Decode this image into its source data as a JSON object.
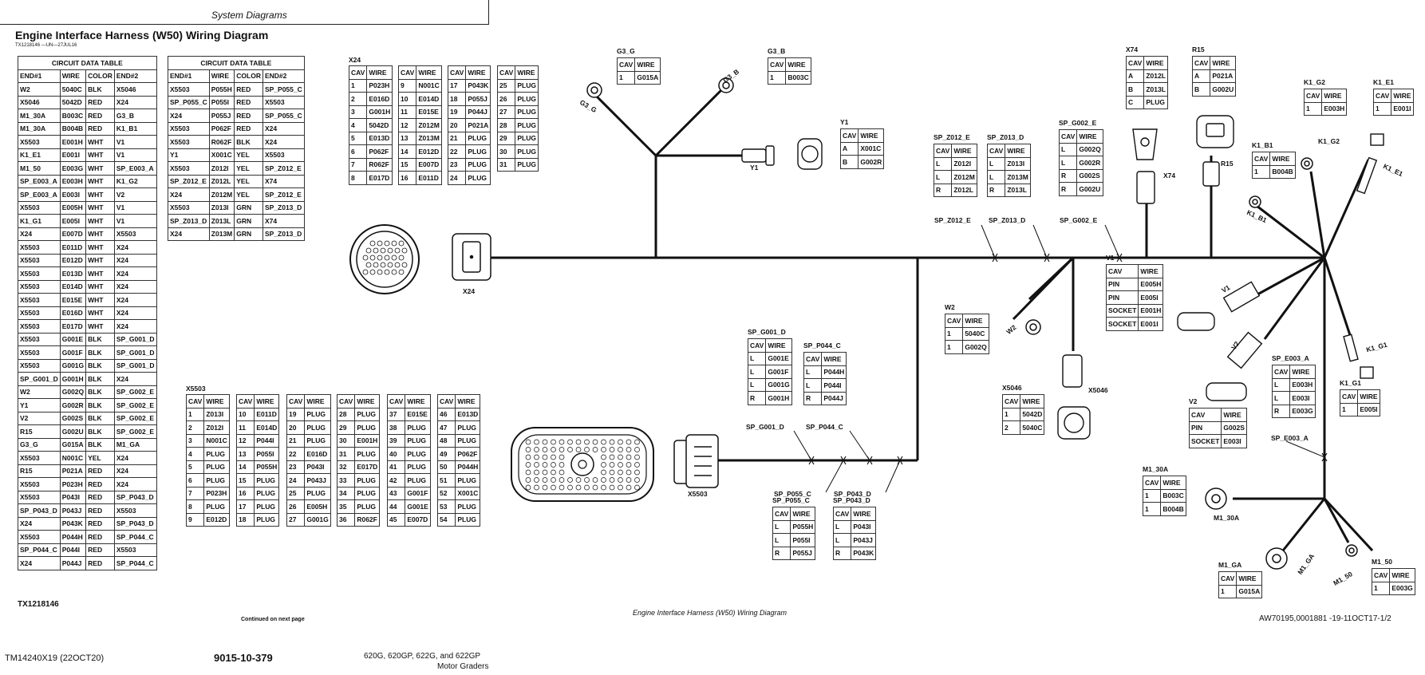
{
  "header": {
    "section": "System Diagrams"
  },
  "title": "Engine Interface Harness (W50) Wiring Diagram",
  "figure_id_small": "TX1218146 —UN—27JUL16",
  "circuit_table_1": {
    "title": "CIRCUIT DATA TABLE",
    "columns": [
      "END#1",
      "WIRE",
      "COLOR",
      "END#2"
    ],
    "rows": [
      [
        "W2",
        "5040C",
        "BLK",
        "X5046"
      ],
      [
        "X5046",
        "5042D",
        "RED",
        "X24"
      ],
      [
        "M1_30A",
        "B003C",
        "RED",
        "G3_B"
      ],
      [
        "M1_30A",
        "B004B",
        "RED",
        "K1_B1"
      ],
      [
        "X5503",
        "E001H",
        "WHT",
        "V1"
      ],
      [
        "K1_E1",
        "E001I",
        "WHT",
        "V1"
      ],
      [
        "M1_50",
        "E003G",
        "WHT",
        "SP_E003_A"
      ],
      [
        "SP_E003_A",
        "E003H",
        "WHT",
        "K1_G2"
      ],
      [
        "SP_E003_A",
        "E003I",
        "WHT",
        "V2"
      ],
      [
        "X5503",
        "E005H",
        "WHT",
        "V1"
      ],
      [
        "K1_G1",
        "E005I",
        "WHT",
        "V1"
      ],
      [
        "X24",
        "E007D",
        "WHT",
        "X5503"
      ],
      [
        "X5503",
        "E011D",
        "WHT",
        "X24"
      ],
      [
        "X5503",
        "E012D",
        "WHT",
        "X24"
      ],
      [
        "X5503",
        "E013D",
        "WHT",
        "X24"
      ],
      [
        "X5503",
        "E014D",
        "WHT",
        "X24"
      ],
      [
        "X5503",
        "E015E",
        "WHT",
        "X24"
      ],
      [
        "X5503",
        "E016D",
        "WHT",
        "X24"
      ],
      [
        "X5503",
        "E017D",
        "WHT",
        "X24"
      ],
      [
        "X5503",
        "G001E",
        "BLK",
        "SP_G001_D"
      ],
      [
        "X5503",
        "G001F",
        "BLK",
        "SP_G001_D"
      ],
      [
        "X5503",
        "G001G",
        "BLK",
        "SP_G001_D"
      ],
      [
        "SP_G001_D",
        "G001H",
        "BLK",
        "X24"
      ],
      [
        "W2",
        "G002Q",
        "BLK",
        "SP_G002_E"
      ],
      [
        "Y1",
        "G002R",
        "BLK",
        "SP_G002_E"
      ],
      [
        "V2",
        "G002S",
        "BLK",
        "SP_G002_E"
      ],
      [
        "R15",
        "G002U",
        "BLK",
        "SP_G002_E"
      ],
      [
        "G3_G",
        "G015A",
        "BLK",
        "M1_GA"
      ],
      [
        "X5503",
        "N001C",
        "YEL",
        "X24"
      ],
      [
        "R15",
        "P021A",
        "RED",
        "X24"
      ],
      [
        "X5503",
        "P023H",
        "RED",
        "X24"
      ],
      [
        "X5503",
        "P043I",
        "RED",
        "SP_P043_D"
      ],
      [
        "SP_P043_D",
        "P043J",
        "RED",
        "X5503"
      ],
      [
        "X24",
        "P043K",
        "RED",
        "SP_P043_D"
      ],
      [
        "X5503",
        "P044H",
        "RED",
        "SP_P044_C"
      ],
      [
        "SP_P044_C",
        "P044I",
        "RED",
        "X5503"
      ],
      [
        "X24",
        "P044J",
        "RED",
        "SP_P044_C"
      ]
    ]
  },
  "circuit_table_2": {
    "title": "CIRCUIT DATA TABLE",
    "columns": [
      "END#1",
      "WIRE",
      "COLOR",
      "END#2"
    ],
    "rows": [
      [
        "X5503",
        "P055H",
        "RED",
        "SP_P055_C"
      ],
      [
        "SP_P055_C",
        "P055I",
        "RED",
        "X5503"
      ],
      [
        "X24",
        "P055J",
        "RED",
        "SP_P055_C"
      ],
      [
        "X5503",
        "P062F",
        "RED",
        "X24"
      ],
      [
        "X5503",
        "R062F",
        "BLK",
        "X24"
      ],
      [
        "Y1",
        "X001C",
        "YEL",
        "X5503"
      ],
      [
        "X5503",
        "Z012I",
        "YEL",
        "SP_Z012_E"
      ],
      [
        "SP_Z012_E",
        "Z012L",
        "YEL",
        "X74"
      ],
      [
        "X24",
        "Z012M",
        "YEL",
        "SP_Z012_E"
      ],
      [
        "X5503",
        "Z013I",
        "GRN",
        "SP_Z013_D"
      ],
      [
        "SP_Z013_D",
        "Z013L",
        "GRN",
        "X74"
      ],
      [
        "X24",
        "Z013M",
        "GRN",
        "SP_Z013_D"
      ]
    ]
  },
  "x24_table": {
    "label": "X24",
    "columns": [
      "CAV",
      "WIRE"
    ],
    "groups": [
      [
        [
          "1",
          "P023H"
        ],
        [
          "2",
          "E016D"
        ],
        [
          "3",
          "G001H"
        ],
        [
          "4",
          "5042D"
        ],
        [
          "5",
          "E013D"
        ],
        [
          "6",
          "P062F"
        ],
        [
          "7",
          "R062F"
        ],
        [
          "8",
          "E017D"
        ]
      ],
      [
        [
          "9",
          "N001C"
        ],
        [
          "10",
          "E014D"
        ],
        [
          "11",
          "E015E"
        ],
        [
          "12",
          "Z012M"
        ],
        [
          "13",
          "Z013M"
        ],
        [
          "14",
          "E012D"
        ],
        [
          "15",
          "E007D"
        ],
        [
          "16",
          "E011D"
        ]
      ],
      [
        [
          "17",
          "P043K"
        ],
        [
          "18",
          "P055J"
        ],
        [
          "19",
          "P044J"
        ],
        [
          "20",
          "P021A"
        ],
        [
          "21",
          "PLUG"
        ],
        [
          "22",
          "PLUG"
        ],
        [
          "23",
          "PLUG"
        ],
        [
          "24",
          "PLUG"
        ]
      ],
      [
        [
          "25",
          "PLUG"
        ],
        [
          "26",
          "PLUG"
        ],
        [
          "27",
          "PLUG"
        ],
        [
          "28",
          "PLUG"
        ],
        [
          "29",
          "PLUG"
        ],
        [
          "30",
          "PLUG"
        ],
        [
          "31",
          "PLUG"
        ]
      ]
    ]
  },
  "x5503_table": {
    "label": "X5503",
    "columns": [
      "CAV",
      "WIRE"
    ],
    "groups": [
      [
        [
          "1",
          "Z013I"
        ],
        [
          "2",
          "Z012I"
        ],
        [
          "3",
          "N001C"
        ],
        [
          "4",
          "PLUG"
        ],
        [
          "5",
          "PLUG"
        ],
        [
          "6",
          "PLUG"
        ],
        [
          "7",
          "P023H"
        ],
        [
          "8",
          "PLUG"
        ],
        [
          "9",
          "E012D"
        ]
      ],
      [
        [
          "10",
          "E011D"
        ],
        [
          "11",
          "E014D"
        ],
        [
          "12",
          "P044I"
        ],
        [
          "13",
          "P055I"
        ],
        [
          "14",
          "P055H"
        ],
        [
          "15",
          "PLUG"
        ],
        [
          "16",
          "PLUG"
        ],
        [
          "17",
          "PLUG"
        ],
        [
          "18",
          "PLUG"
        ]
      ],
      [
        [
          "19",
          "PLUG"
        ],
        [
          "20",
          "PLUG"
        ],
        [
          "21",
          "PLUG"
        ],
        [
          "22",
          "E016D"
        ],
        [
          "23",
          "P043I"
        ],
        [
          "24",
          "P043J"
        ],
        [
          "25",
          "PLUG"
        ],
        [
          "26",
          "E005H"
        ],
        [
          "27",
          "G001G"
        ]
      ],
      [
        [
          "28",
          "PLUG"
        ],
        [
          "29",
          "PLUG"
        ],
        [
          "30",
          "E001H"
        ],
        [
          "31",
          "PLUG"
        ],
        [
          "32",
          "E017D"
        ],
        [
          "33",
          "PLUG"
        ],
        [
          "34",
          "PLUG"
        ],
        [
          "35",
          "PLUG"
        ],
        [
          "36",
          "R062F"
        ]
      ],
      [
        [
          "37",
          "E015E"
        ],
        [
          "38",
          "PLUG"
        ],
        [
          "39",
          "PLUG"
        ],
        [
          "40",
          "PLUG"
        ],
        [
          "41",
          "PLUG"
        ],
        [
          "42",
          "PLUG"
        ],
        [
          "43",
          "G001F"
        ],
        [
          "44",
          "G001E"
        ],
        [
          "45",
          "E007D"
        ]
      ],
      [
        [
          "46",
          "E013D"
        ],
        [
          "47",
          "PLUG"
        ],
        [
          "48",
          "PLUG"
        ],
        [
          "49",
          "P062F"
        ],
        [
          "50",
          "P044H"
        ],
        [
          "51",
          "PLUG"
        ],
        [
          "52",
          "X001C"
        ],
        [
          "53",
          "PLUG"
        ],
        [
          "54",
          "PLUG"
        ]
      ]
    ]
  },
  "small_tables": {
    "g3g": {
      "label": "G3_G",
      "rows": [
        [
          "1",
          "G015A"
        ]
      ]
    },
    "g3b": {
      "label": "G3_B",
      "rows": [
        [
          "1",
          "B003C"
        ]
      ]
    },
    "y1": {
      "label": "Y1",
      "rows": [
        [
          "A",
          "X001C"
        ],
        [
          "B",
          "G002R"
        ]
      ]
    },
    "x74": {
      "label": "X74",
      "rows": [
        [
          "A",
          "Z012L"
        ],
        [
          "B",
          "Z013L"
        ],
        [
          "C",
          "PLUG"
        ]
      ]
    },
    "r15": {
      "label": "R15",
      "rows": [
        [
          "A",
          "P021A"
        ],
        [
          "B",
          "G002U"
        ]
      ]
    },
    "k1g2": {
      "label": "K1_G2",
      "rows": [
        [
          "1",
          "E003H"
        ]
      ]
    },
    "k1e1": {
      "label": "K1_E1",
      "rows": [
        [
          "1",
          "E001I"
        ]
      ]
    },
    "k1b1": {
      "label": "K1_B1",
      "rows": [
        [
          "1",
          "B004B"
        ]
      ]
    },
    "spz012e": {
      "label": "SP_Z012_E",
      "rows": [
        [
          "L",
          "Z012I"
        ],
        [
          "L",
          "Z012M"
        ],
        [
          "R",
          "Z012L"
        ]
      ]
    },
    "spz013d": {
      "label": "SP_Z013_D",
      "rows": [
        [
          "L",
          "Z013I"
        ],
        [
          "L",
          "Z013M"
        ],
        [
          "R",
          "Z013L"
        ]
      ]
    },
    "spg002e": {
      "label": "SP_G002_E",
      "rows": [
        [
          "L",
          "G002Q"
        ],
        [
          "L",
          "G002R"
        ],
        [
          "R",
          "G002S"
        ],
        [
          "R",
          "G002U"
        ]
      ]
    },
    "v1": {
      "label": "V1",
      "rows": [
        [
          "PIN",
          "E005H"
        ],
        [
          "PIN",
          "E005I"
        ],
        [
          "SOCKET",
          "E001H"
        ],
        [
          "SOCKET",
          "E001I"
        ]
      ]
    },
    "w2": {
      "label": "W2",
      "rows": [
        [
          "1",
          "5040C"
        ],
        [
          "1",
          "G002Q"
        ]
      ]
    },
    "spg001d": {
      "label": "SP_G001_D",
      "rows": [
        [
          "L",
          "G001E"
        ],
        [
          "L",
          "G001F"
        ],
        [
          "L",
          "G001G"
        ],
        [
          "R",
          "G001H"
        ]
      ]
    },
    "spp044c": {
      "label": "SP_P044_C",
      "rows": [
        [
          "L",
          "P044H"
        ],
        [
          "L",
          "P044I"
        ],
        [
          "R",
          "P044J"
        ]
      ]
    },
    "x5046": {
      "label": "X5046",
      "rows": [
        [
          "1",
          "5042D"
        ],
        [
          "2",
          "5040C"
        ]
      ]
    },
    "spe003a": {
      "label": "SP_E003_A",
      "rows": [
        [
          "L",
          "E003H"
        ],
        [
          "L",
          "E003I"
        ],
        [
          "R",
          "E003G"
        ]
      ]
    },
    "k1g1": {
      "label": "K1_G1",
      "rows": [
        [
          "1",
          "E005I"
        ]
      ]
    },
    "v2": {
      "label": "V2",
      "rows": [
        [
          "PIN",
          "G002S"
        ],
        [
          "SOCKET",
          "E003I"
        ]
      ]
    },
    "m130a": {
      "label": "M1_30A",
      "rows": [
        [
          "1",
          "B003C"
        ],
        [
          "1",
          "B004B"
        ]
      ]
    },
    "spp055c": {
      "label": "SP_P055_C",
      "rows": [
        [
          "L",
          "P055H"
        ],
        [
          "L",
          "P055I"
        ],
        [
          "R",
          "P055J"
        ]
      ]
    },
    "spp043d": {
      "label": "SP_P043_D",
      "rows": [
        [
          "L",
          "P043I"
        ],
        [
          "L",
          "P043J"
        ],
        [
          "R",
          "P043K"
        ]
      ]
    },
    "m1ga": {
      "label": "M1_GA",
      "rows": [
        [
          "1",
          "G015A"
        ]
      ]
    },
    "m150": {
      "label": "M1_50",
      "rows": [
        [
          "1",
          "E003G"
        ]
      ]
    }
  },
  "diagram_labels": {
    "g3g": "G3_G",
    "g3b": "G3_B",
    "y1": "Y1",
    "x24": "X24",
    "x74": "X74",
    "r15": "R15",
    "k1g2": "K1_G2",
    "k1e1": "K1_E1",
    "k1b1": "K1_B1",
    "v1": "V1",
    "v2": "V2",
    "w2": "W2",
    "x5046": "X5046",
    "x5503": "X5503",
    "k1g1": "K1_G1",
    "m130a": "M1_30A",
    "m1ga": "M1_GA",
    "m150": "M1_50",
    "sp_z012_e": "SP_Z012_E",
    "sp_z013_d": "SP_Z013_D",
    "sp_g002_e": "SP_G002_E",
    "sp_g001_d": "SP_G001_D",
    "sp_p044_c": "SP_P044_C",
    "sp_p055_c": "SP_P055_C",
    "sp_p043_d": "SP_P043_D",
    "sp_e003_a": "SP_E003_A"
  },
  "footer": {
    "figure_id": "TX1218146",
    "continued": "Continued on next page",
    "caption": "Engine Interface Harness (W50) Wiring Diagram",
    "ref": "AW70195,0001881 -19-11OCT17-1/2",
    "manual": "TM14240X19 (22OCT20)",
    "page": "9015-10-379",
    "model_line1": "620G, 620GP, 622G, and 622GP",
    "model_line2": "Motor Graders"
  }
}
